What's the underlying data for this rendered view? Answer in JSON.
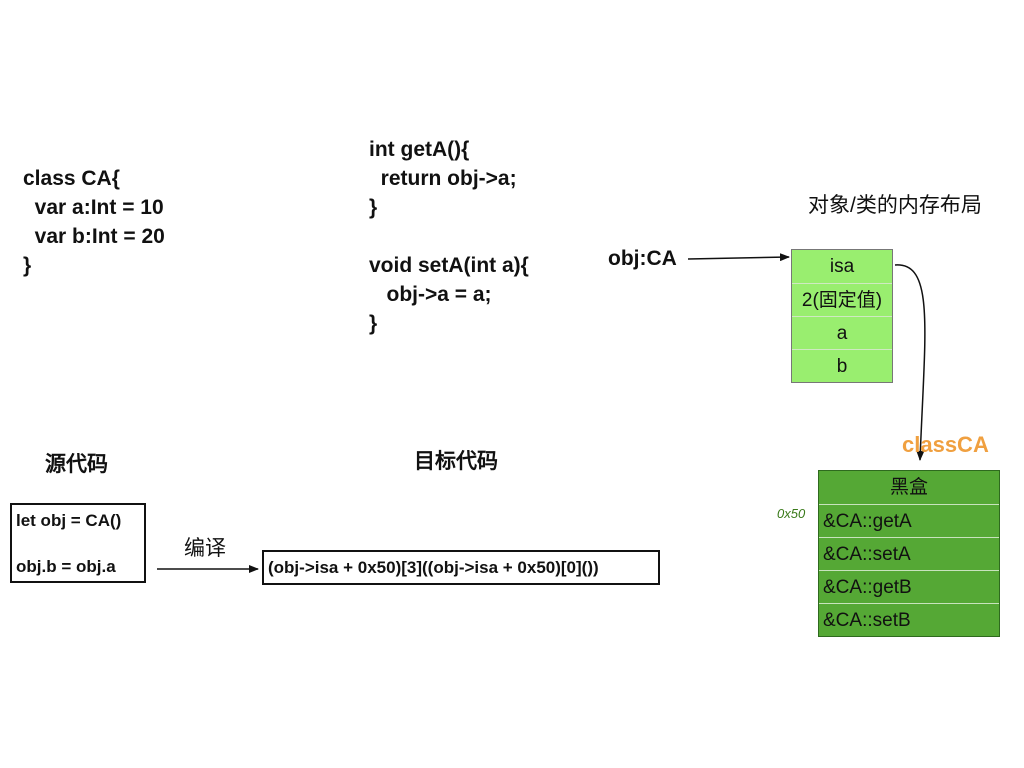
{
  "source_code": {
    "lines": [
      "class CA{",
      "  var a:Int = 10",
      "  var b:Int = 20",
      "}"
    ],
    "caption": "源代码"
  },
  "target_code": {
    "lines": [
      "int getA(){",
      "  return obj->a;",
      "}",
      "",
      "void setA(int a){",
      "   obj->a = a;",
      "}"
    ],
    "caption": "目标代码"
  },
  "memory_layout": {
    "title": "对象/类的内存布局",
    "object_label": "obj:CA",
    "cells": [
      "isa",
      "2(固定值)",
      "a",
      "b"
    ],
    "colors": {
      "fill": "#99ee6f",
      "border": "#777777"
    }
  },
  "class_vtable": {
    "label": "classCA",
    "label_color": "#f0a040",
    "offset_label": "0x50",
    "offset_color": "#3a7a1a",
    "header": "黑盒",
    "cells": [
      "&CA::getA",
      "&CA::setA",
      "&CA::getB",
      "&CA::setB"
    ],
    "colors": {
      "fill": "#55a835",
      "border": "#2e6a1e"
    }
  },
  "compile": {
    "source_lines": [
      "let obj = CA()",
      "",
      "obj.b = obj.a"
    ],
    "arrow_label": "编译",
    "result": "(obj->isa + 0x50)[3]((obj->isa + 0x50)[0]())"
  }
}
